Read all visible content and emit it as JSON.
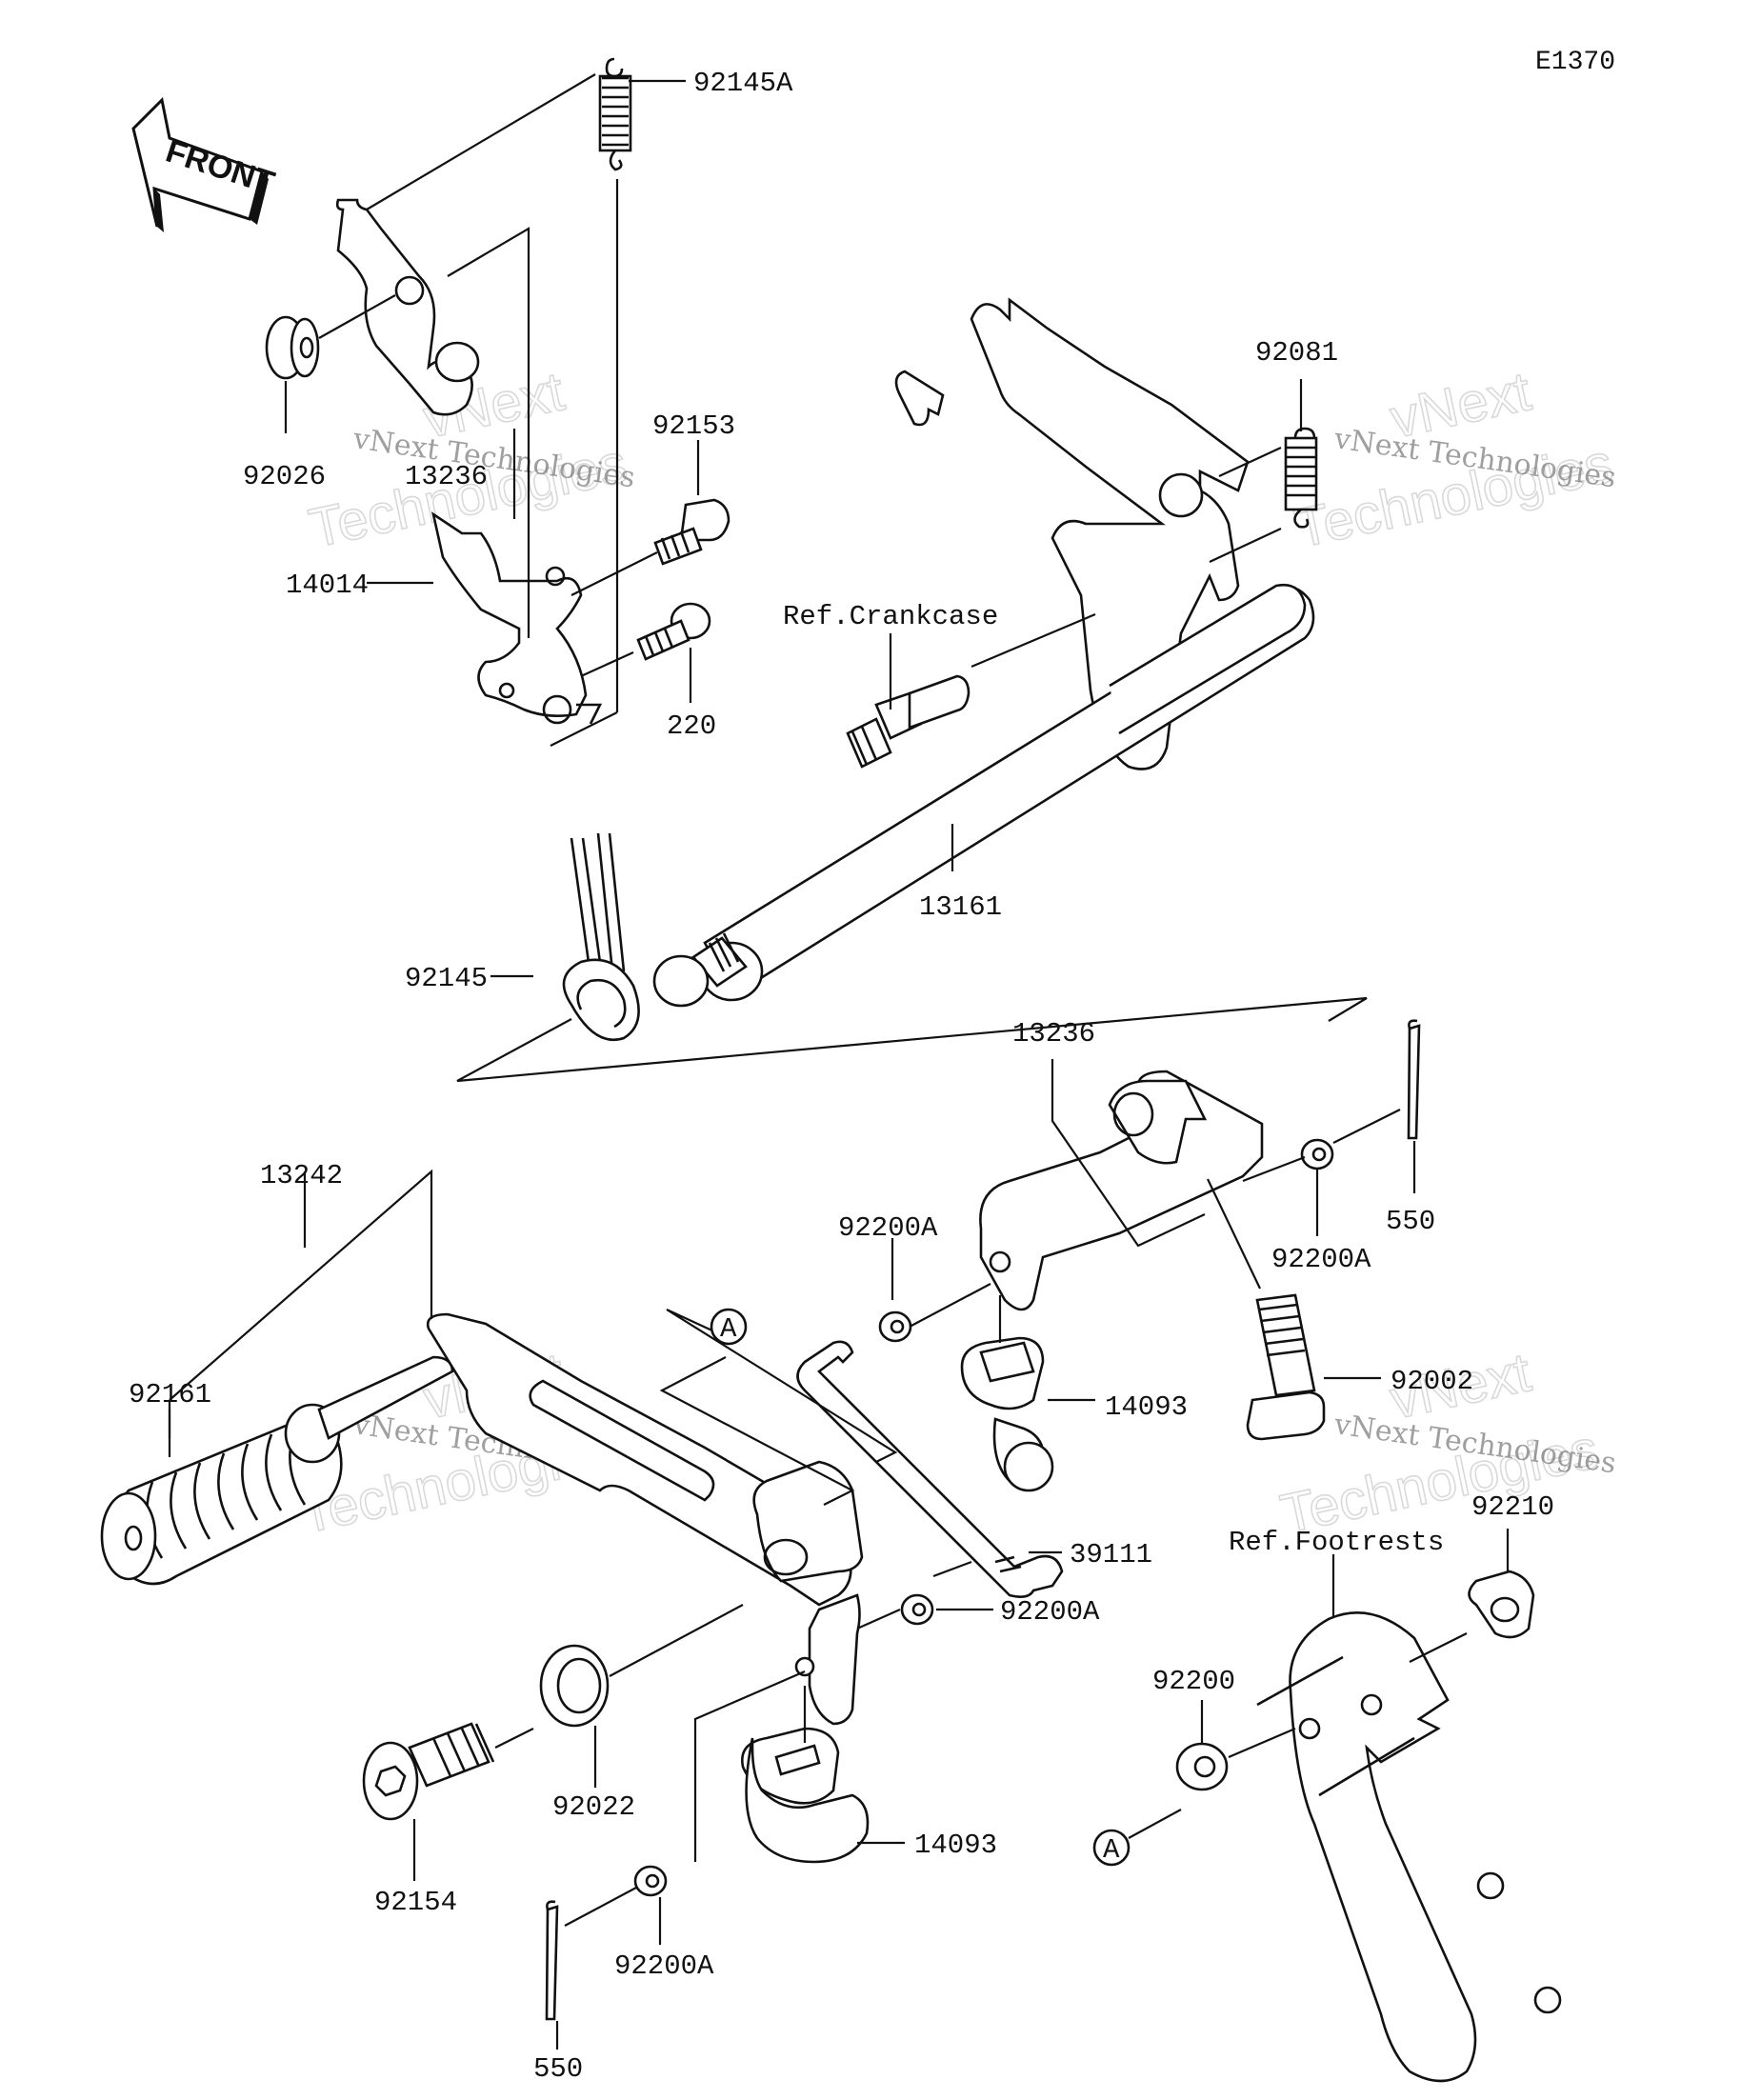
{
  "diagram": {
    "code": "E1370",
    "front_label": "FRONT",
    "parts": {
      "p92145A": "92145A",
      "p92026": "92026",
      "p13236_upper": "13236",
      "p92153": "92153",
      "p14014": "14014",
      "p220": "220",
      "p92081": "92081",
      "p13161": "13161",
      "p92145": "92145",
      "p13236": "13236",
      "p13242": "13242",
      "p92161": "92161",
      "p92200A_1": "92200A",
      "p92200A_2": "92200A",
      "p550_1": "550",
      "p14093_1": "14093",
      "p92002": "92002",
      "p39111": "39111",
      "p92200A_3": "92200A",
      "p92210": "92210",
      "p92022": "92022",
      "p92200": "92200",
      "p14093_2": "14093",
      "p92154": "92154",
      "p92200A_4": "92200A",
      "p550_2": "550"
    },
    "refs": {
      "crankcase": "Ref.Crankcase",
      "footrests": "Ref.Footrests"
    },
    "callouts": {
      "a1": "A",
      "a2": "A"
    },
    "watermark": {
      "line1": "vNext Technologies",
      "line2": "vNext",
      "line3": "Technologies"
    }
  }
}
